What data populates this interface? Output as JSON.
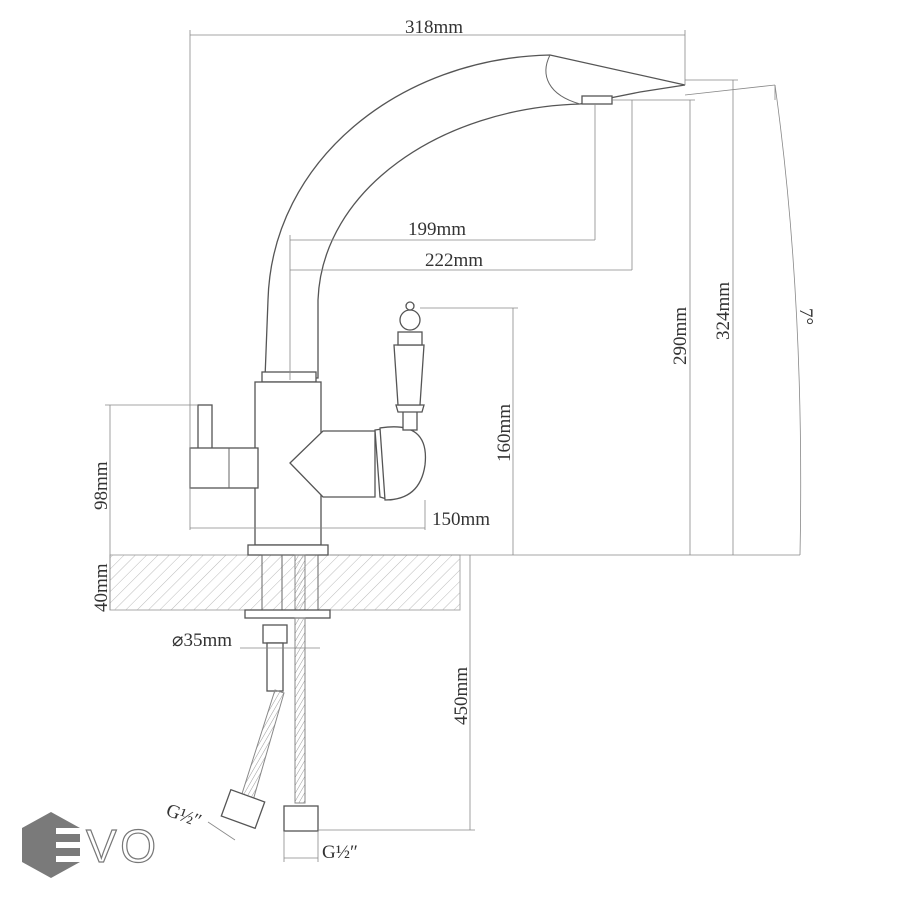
{
  "title": "Faucet dimensional drawing",
  "dimensions": {
    "overall_width": "318mm",
    "spout_reach_inner": "199mm",
    "spout_reach_outer": "222mm",
    "spout_outlet_height": "290mm",
    "total_height": "324mm",
    "spout_angle": "7°",
    "handle_height": "160mm",
    "body_width": "150mm",
    "lever_height": "98mm",
    "max_counter_thickness": "40mm",
    "mounting_hole": "⌀35mm",
    "hose_length": "450mm",
    "hose_thread_left": "G½″",
    "hose_thread_right": "G½″"
  },
  "logo": {
    "text": "EVO",
    "color": "#7a7a7a"
  }
}
